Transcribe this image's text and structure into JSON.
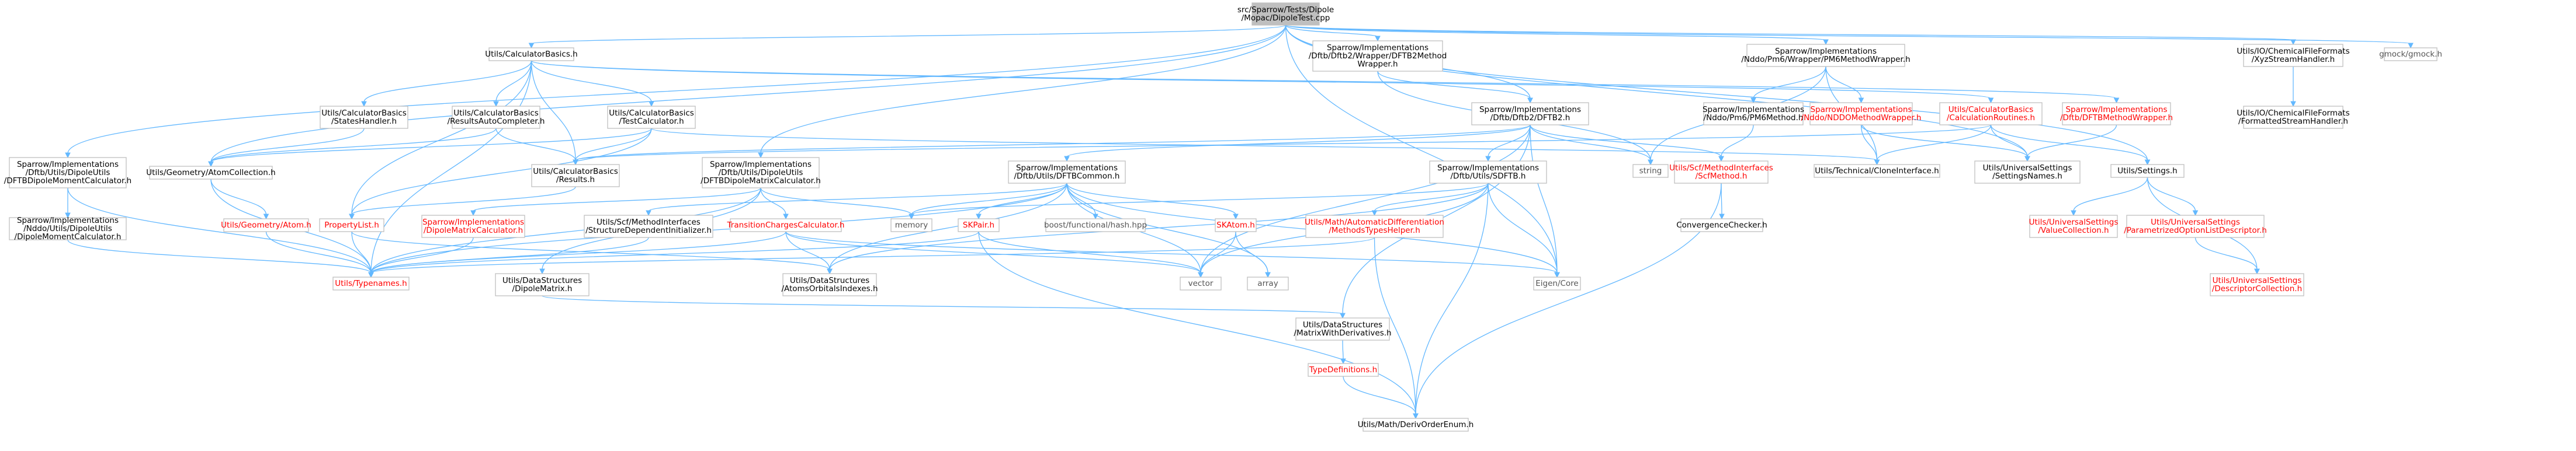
{
  "diagram": {
    "nodes": [
      {
        "id": "root",
        "lines": [
          "src/Sparrow/Tests/Dipole",
          "/Mopac/DipoleTest.cpp"
        ],
        "style": "root"
      },
      {
        "id": "calcbasics",
        "lines": [
          "Utils/CalculatorBasics.h"
        ],
        "style": "normal"
      },
      {
        "id": "dftb2wrap",
        "lines": [
          "Sparrow/Implementations",
          "/Dftb/Dftb2/Wrapper/DFTB2Method",
          "Wrapper.h"
        ],
        "style": "normal"
      },
      {
        "id": "pm6wrap",
        "lines": [
          "Sparrow/Implementations",
          "/Nddo/Pm6/Wrapper/PM6MethodWrapper.h"
        ],
        "style": "normal"
      },
      {
        "id": "xyz",
        "lines": [
          "Utils/IO/ChemicalFileFormats",
          "/XyzStreamHandler.h"
        ],
        "style": "normal"
      },
      {
        "id": "gmock",
        "lines": [
          "gmock/gmock.h"
        ],
        "style": "plain"
      },
      {
        "id": "formatted",
        "lines": [
          "Utils/IO/ChemicalFileFormats",
          "/FormattedStreamHandler.h"
        ],
        "style": "normal"
      },
      {
        "id": "dftbdipole",
        "lines": [
          "Sparrow/Implementations",
          "/Dftb/Utils/DipoleUtils",
          "/DFTBDipoleMomentCalculator.h"
        ],
        "style": "normal"
      },
      {
        "id": "nddodipole",
        "lines": [
          "Sparrow/Implementations",
          "/Nddo/Utils/DipoleUtils",
          "/DipoleMomentCalculator.h"
        ],
        "style": "normal"
      },
      {
        "id": "dftbdipmatrix",
        "lines": [
          "Sparrow/Implementations",
          "/Dftb/Utils/DipoleUtils",
          "/DFTBDipoleMatrixCalculator.h"
        ],
        "style": "normal"
      },
      {
        "id": "stateshandler",
        "lines": [
          "Utils/CalculatorBasics",
          "/StatesHandler.h"
        ],
        "style": "normal"
      },
      {
        "id": "resultsauto",
        "lines": [
          "Utils/CalculatorBasics",
          "/ResultsAutoCompleter.h"
        ],
        "style": "normal"
      },
      {
        "id": "testcalc",
        "lines": [
          "Utils/CalculatorBasics",
          "/TestCalculator.h"
        ],
        "style": "normal"
      },
      {
        "id": "results",
        "lines": [
          "Utils/CalculatorBasics",
          "/Results.h"
        ],
        "style": "normal"
      },
      {
        "id": "atomcoll",
        "lines": [
          "Utils/Geometry/AtomCollection.h"
        ],
        "style": "normal"
      },
      {
        "id": "atom",
        "lines": [
          "Utils/Geometry/Atom.h"
        ],
        "style": "red"
      },
      {
        "id": "proplist",
        "lines": [
          "PropertyList.h"
        ],
        "style": "red"
      },
      {
        "id": "typenames",
        "lines": [
          "Utils/Typenames.h"
        ],
        "style": "red"
      },
      {
        "id": "dipmatcalc",
        "lines": [
          "Sparrow/Implementations",
          "/DipoleMatrixCalculator.h"
        ],
        "style": "red"
      },
      {
        "id": "dipolematrix",
        "lines": [
          "Utils/DataStructures",
          "/DipoleMatrix.h"
        ],
        "style": "normal"
      },
      {
        "id": "scfmethodinterfaces",
        "lines": [
          "Utils/Scf/MethodInterfaces",
          "/StructureDependentInitializer.h"
        ],
        "style": "normal"
      },
      {
        "id": "transcharges",
        "lines": [
          "TransitionChargesCalculator.h"
        ],
        "style": "red"
      },
      {
        "id": "atomsorbitals",
        "lines": [
          "Utils/DataStructures",
          "/AtomsOrbitalsIndexes.h"
        ],
        "style": "normal"
      },
      {
        "id": "dftbcommon",
        "lines": [
          "Sparrow/Implementations",
          "/Dftb/Utils/DFTBCommon.h"
        ],
        "style": "normal"
      },
      {
        "id": "skpair",
        "lines": [
          "SKPair.h"
        ],
        "style": "red"
      },
      {
        "id": "boostflash",
        "lines": [
          "boost/functional/hash.hpp"
        ],
        "style": "plain"
      },
      {
        "id": "skatom",
        "lines": [
          "SKAtom.h"
        ],
        "style": "red"
      },
      {
        "id": "memory",
        "lines": [
          "memory"
        ],
        "style": "plain"
      },
      {
        "id": "vector",
        "lines": [
          "vector"
        ],
        "style": "plain"
      },
      {
        "id": "array",
        "lines": [
          "array"
        ],
        "style": "plain"
      },
      {
        "id": "eigencore",
        "lines": [
          "Eigen/Core"
        ],
        "style": "plain"
      },
      {
        "id": "matrixderiv",
        "lines": [
          "Utils/DataStructures",
          "/MatrixWithDerivatives.h"
        ],
        "style": "normal"
      },
      {
        "id": "typedefs",
        "lines": [
          "TypeDefinitions.h"
        ],
        "style": "red"
      },
      {
        "id": "derivorder",
        "lines": [
          "Utils/Math/DerivOrderEnum.h"
        ],
        "style": "normal"
      },
      {
        "id": "dftb2",
        "lines": [
          "Sparrow/Implementations",
          "/Dftb/Dftb2/DFTB2.h"
        ],
        "style": "normal"
      },
      {
        "id": "sdftb",
        "lines": [
          "Sparrow/Implementations",
          "/Dftb/Utils/SDFTB.h"
        ],
        "style": "normal"
      },
      {
        "id": "autodiff",
        "lines": [
          "Utils/Math/AutomaticDifferentiation",
          "/MethodsTypesHelper.h"
        ],
        "style": "red"
      },
      {
        "id": "string",
        "lines": [
          "string"
        ],
        "style": "plain"
      },
      {
        "id": "scfmethod",
        "lines": [
          "Utils/Scf/MethodInterfaces",
          "/ScfMethod.h"
        ],
        "style": "red"
      },
      {
        "id": "convchecker",
        "lines": [
          "ConvergenceChecker.h"
        ],
        "style": "normal"
      },
      {
        "id": "pm6method",
        "lines": [
          "Sparrow/Implementations",
          "/Nddo/Pm6/PM6Method.h"
        ],
        "style": "normal"
      },
      {
        "id": "nddomethodwrapper",
        "lines": [
          "Sparrow/Implementations",
          "/Nddo/NDDOMethodWrapper.h"
        ],
        "style": "red"
      },
      {
        "id": "calcroutines",
        "lines": [
          "Utils/CalculatorBasics",
          "/CalculationRoutines.h"
        ],
        "style": "red"
      },
      {
        "id": "dftbmethodwrapper",
        "lines": [
          "Sparrow/Implementations",
          "/Dftb/DFTBMethodWrapper.h"
        ],
        "style": "red"
      },
      {
        "id": "cloneinterface",
        "lines": [
          "Utils/Technical/CloneInterface.h"
        ],
        "style": "normal"
      },
      {
        "id": "settingsnames",
        "lines": [
          "Utils/UniversalSettings",
          "/SettingsNames.h"
        ],
        "style": "normal"
      },
      {
        "id": "settings",
        "lines": [
          "Utils/Settings.h"
        ],
        "style": "normal"
      },
      {
        "id": "valuecollection",
        "lines": [
          "Utils/UniversalSettings",
          "/ValueCollection.h"
        ],
        "style": "red"
      },
      {
        "id": "paramlistdesc",
        "lines": [
          "Utils/UniversalSettings",
          "/ParametrizedOptionListDescriptor.h"
        ],
        "style": "red"
      },
      {
        "id": "desccollection",
        "lines": [
          "Utils/UniversalSettings",
          "/DescriptorCollection.h"
        ],
        "style": "red"
      }
    ],
    "edges": [
      [
        "root",
        "calcbasics"
      ],
      [
        "root",
        "dftb2wrap"
      ],
      [
        "root",
        "pm6wrap"
      ],
      [
        "root",
        "xyz"
      ],
      [
        "root",
        "gmock"
      ],
      [
        "root",
        "dftbdipole"
      ],
      [
        "root",
        "atomcoll"
      ],
      [
        "root",
        "dftbdipmatrix"
      ],
      [
        "root",
        "dftb2"
      ],
      [
        "root",
        "eigencore"
      ],
      [
        "root",
        "settings"
      ],
      [
        "root",
        "settingsnames"
      ],
      [
        "calcbasics",
        "stateshandler"
      ],
      [
        "calcbasics",
        "resultsauto"
      ],
      [
        "calcbasics",
        "testcalc"
      ],
      [
        "calcbasics",
        "results"
      ],
      [
        "calcbasics",
        "typenames"
      ],
      [
        "calcbasics",
        "proplist"
      ],
      [
        "calcbasics",
        "calcroutines"
      ],
      [
        "calcbasics",
        "dftbmethodwrapper"
      ],
      [
        "dftb2wrap",
        "dftb2"
      ],
      [
        "dftb2wrap",
        "string"
      ],
      [
        "pm6wrap",
        "pm6method"
      ],
      [
        "pm6wrap",
        "nddomethodwrapper"
      ],
      [
        "pm6wrap",
        "string"
      ],
      [
        "pm6wrap",
        "cloneinterface"
      ],
      [
        "xyz",
        "formatted"
      ],
      [
        "dftbdipole",
        "nddodipole"
      ],
      [
        "dftbdipole",
        "typenames"
      ],
      [
        "nddodipole",
        "typenames"
      ],
      [
        "stateshandler",
        "atomcoll"
      ],
      [
        "resultsauto",
        "results"
      ],
      [
        "resultsauto",
        "atomcoll"
      ],
      [
        "testcalc",
        "results"
      ],
      [
        "testcalc",
        "proplist"
      ],
      [
        "testcalc",
        "atomcoll"
      ],
      [
        "testcalc",
        "cloneinterface"
      ],
      [
        "results",
        "proplist"
      ],
      [
        "atomcoll",
        "atom"
      ],
      [
        "atomcoll",
        "typenames"
      ],
      [
        "atom",
        "typenames"
      ],
      [
        "proplist",
        "typenames"
      ],
      [
        "proplist",
        "atomsorbitals"
      ],
      [
        "dftbdipmatrix",
        "dipmatcalc"
      ],
      [
        "dftbdipmatrix",
        "dipolematrix"
      ],
      [
        "dftbdipmatrix",
        "memory"
      ],
      [
        "dftbdipmatrix",
        "typenames"
      ],
      [
        "dftbdipmatrix",
        "transcharges"
      ],
      [
        "dipmatcalc",
        "typenames"
      ],
      [
        "dipolematrix",
        "matrixderiv"
      ],
      [
        "scfmethodinterfaces",
        "typenames"
      ],
      [
        "transcharges",
        "typenames"
      ],
      [
        "transcharges",
        "atomsorbitals"
      ],
      [
        "transcharges",
        "eigencore"
      ],
      [
        "transcharges",
        "vector"
      ],
      [
        "dftbcommon",
        "skpair"
      ],
      [
        "dftbcommon",
        "boostflash"
      ],
      [
        "dftbcommon",
        "skatom"
      ],
      [
        "dftbcommon",
        "memory"
      ],
      [
        "dftbcommon",
        "vector"
      ],
      [
        "dftbcommon",
        "array"
      ],
      [
        "dftbcommon",
        "scfmethodinterfaces"
      ],
      [
        "dftbcommon",
        "atomsorbitals"
      ],
      [
        "dftbcommon",
        "eigencore"
      ],
      [
        "dftbcommon",
        "typenames"
      ],
      [
        "skpair",
        "vector"
      ],
      [
        "skpair",
        "derivorder"
      ],
      [
        "skpair",
        "typenames"
      ],
      [
        "skatom",
        "vector"
      ],
      [
        "skatom",
        "array"
      ],
      [
        "matrixderiv",
        "typedefs"
      ],
      [
        "typedefs",
        "derivorder"
      ],
      [
        "dftb2",
        "dftbcommon"
      ],
      [
        "dftb2",
        "sdftb"
      ],
      [
        "dftb2",
        "scfmethod"
      ],
      [
        "dftb2",
        "string"
      ],
      [
        "dftb2",
        "results"
      ],
      [
        "dftb2",
        "eigencore"
      ],
      [
        "dftb2",
        "vector"
      ],
      [
        "dftb2",
        "matrixderiv"
      ],
      [
        "sdftb",
        "autodiff"
      ],
      [
        "sdftb",
        "memory"
      ],
      [
        "sdftb",
        "vector"
      ],
      [
        "sdftb",
        "eigencore"
      ],
      [
        "sdftb",
        "derivorder"
      ],
      [
        "sdftb",
        "atomsorbitals"
      ],
      [
        "autodiff",
        "typenames"
      ],
      [
        "autodiff",
        "derivorder"
      ],
      [
        "scfmethod",
        "convchecker"
      ],
      [
        "scfmethod",
        "derivorder"
      ],
      [
        "pm6method",
        "scfmethod"
      ],
      [
        "nddomethodwrapper",
        "cloneinterface"
      ],
      [
        "nddomethodwrapper",
        "settingsnames"
      ],
      [
        "calcroutines",
        "settingsnames"
      ],
      [
        "calcroutines",
        "settings"
      ],
      [
        "calcroutines",
        "results"
      ],
      [
        "calcroutines",
        "cloneinterface"
      ],
      [
        "dftbmethodwrapper",
        "settingsnames"
      ],
      [
        "settings",
        "valuecollection"
      ],
      [
        "settings",
        "paramlistdesc"
      ],
      [
        "settings",
        "desccollection"
      ],
      [
        "paramlistdesc",
        "desccollection"
      ]
    ]
  },
  "colors": {
    "edge": "#63b8ff",
    "root_fill": "#bfbfbf",
    "node_border": "#bfbfbf",
    "red_text": "#ff0000"
  }
}
